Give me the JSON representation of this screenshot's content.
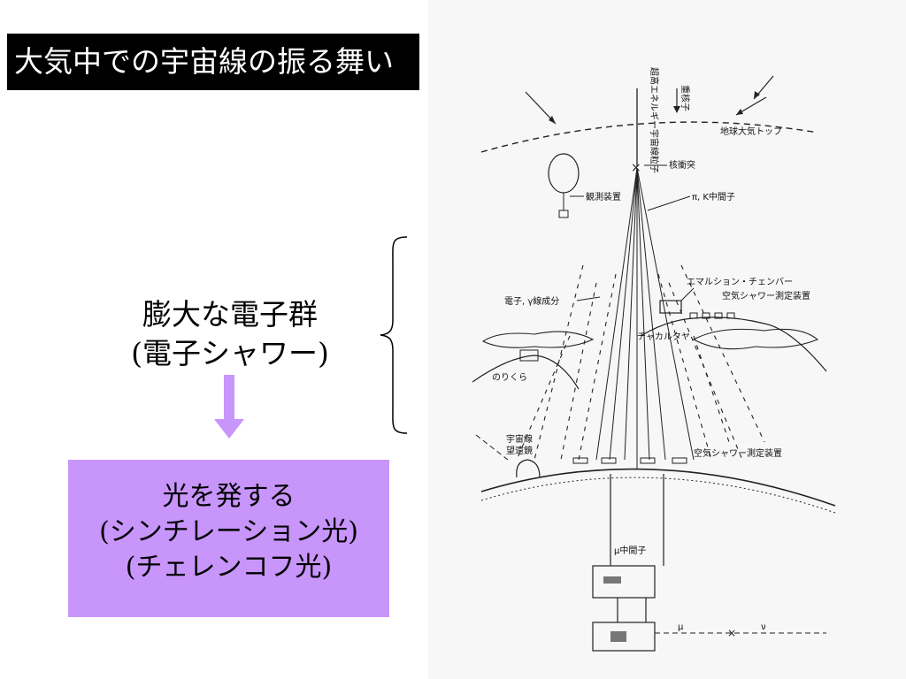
{
  "slide": {
    "title": "大気中での宇宙線の振る舞い",
    "electron_lines": [
      "膨大な電子群",
      "(電子シャワー)"
    ],
    "light_lines": [
      "光を発する",
      "(シンチレーション光)",
      "(チェレンコフ光)"
    ],
    "colors": {
      "title_bg": "#000000",
      "light_box": "#c895fb",
      "arrow": "#c895fb"
    }
  },
  "diagram": {
    "labels": {
      "primary": "超高エネルギー宇宙線粒子",
      "heavy_nucleus": "重核子",
      "atmosphere_top": "地球大気トップ",
      "nuclear_collision": "核衝突",
      "pi_k_meson": "π, K中間子",
      "balloon": "観測装置",
      "emulsion_chamber": "エマルション・チェンバー",
      "air_shower_array_mountain": "空気シャワー測定装置",
      "electron_gamma": "電子, γ線成分",
      "chacaltaya": "チャカルタヤ",
      "norikura": "のりくら",
      "telescope": "宇宙線望遠鏡",
      "air_shower_array_ground": "空気シャワー測定装置",
      "muon": "μ中間子",
      "mu": "μ",
      "nu": "ν"
    }
  }
}
